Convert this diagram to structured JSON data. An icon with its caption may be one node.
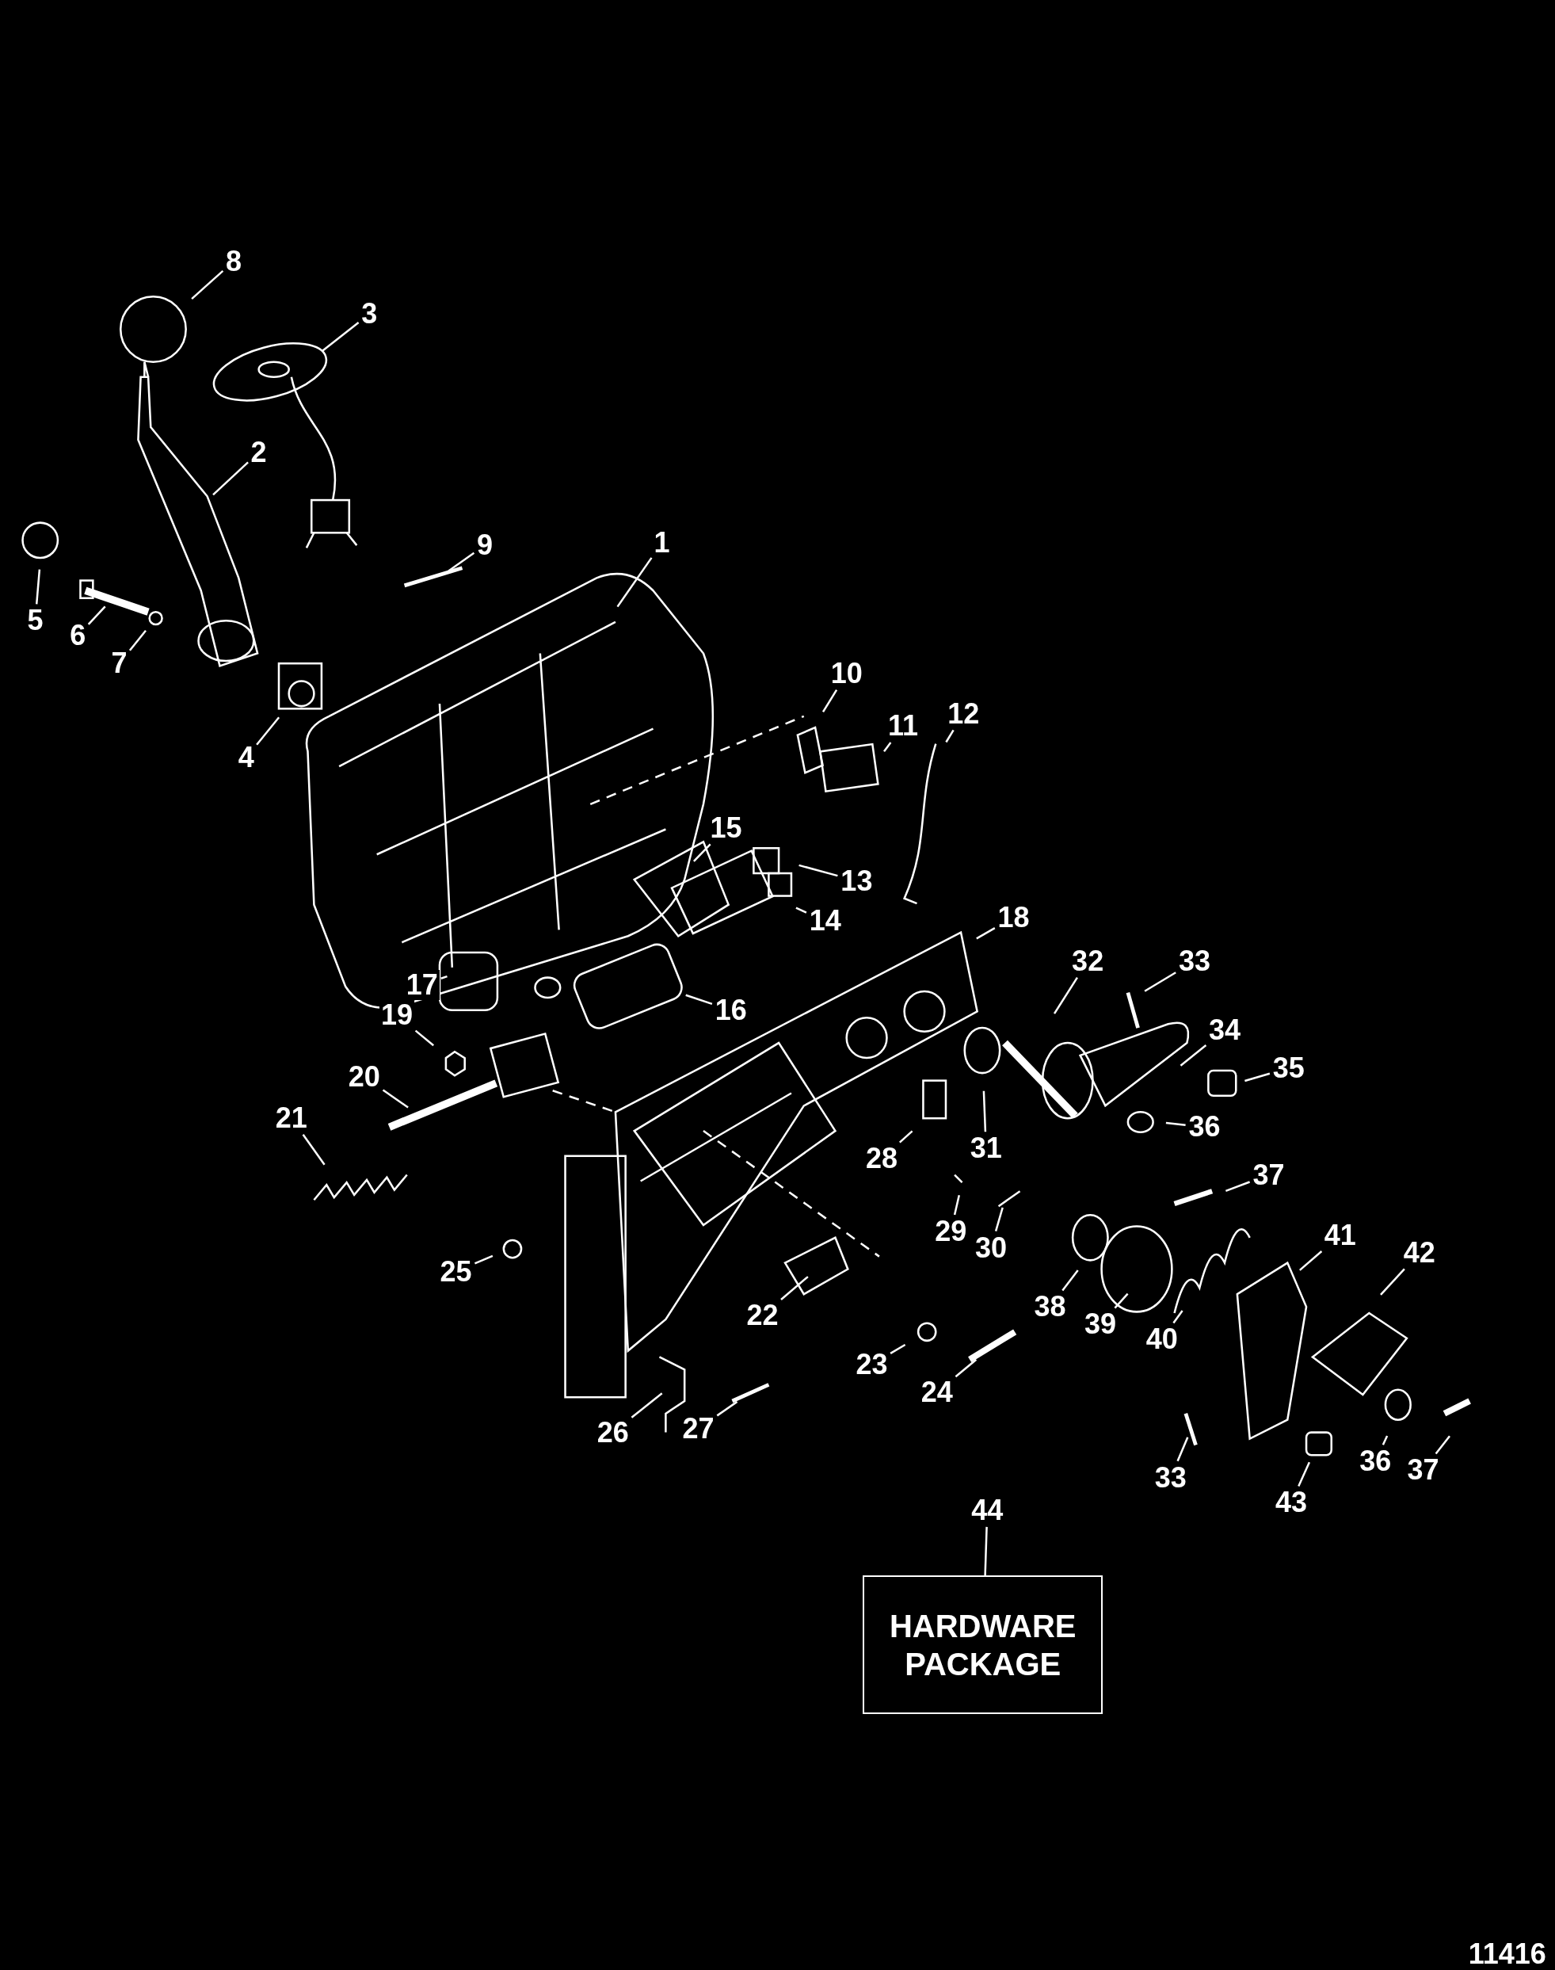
{
  "diagram": {
    "nodes": [
      {
        "text": [
          "1"
        ]
      },
      {
        "text": [
          "2"
        ]
      },
      {
        "text": [
          "3"
        ]
      },
      {
        "text": [
          "4"
        ]
      },
      {
        "text": [
          "5"
        ]
      },
      {
        "text": [
          "6"
        ]
      },
      {
        "text": [
          "7"
        ]
      },
      {
        "text": [
          "8"
        ]
      },
      {
        "text": [
          "9"
        ]
      },
      {
        "text": [
          "10"
        ]
      },
      {
        "text": [
          "11"
        ]
      },
      {
        "text": [
          "12"
        ]
      },
      {
        "text": [
          "13"
        ]
      },
      {
        "text": [
          "14"
        ]
      },
      {
        "text": [
          "15"
        ]
      },
      {
        "text": [
          "16"
        ]
      },
      {
        "text": [
          "17"
        ]
      },
      {
        "text": [
          "18"
        ]
      },
      {
        "text": [
          "19"
        ]
      },
      {
        "text": [
          "20"
        ]
      },
      {
        "text": [
          "21"
        ]
      },
      {
        "text": [
          "22"
        ]
      },
      {
        "text": [
          "23"
        ]
      },
      {
        "text": [
          "24"
        ]
      },
      {
        "text": [
          "25"
        ]
      },
      {
        "text": [
          "26"
        ]
      },
      {
        "text": [
          "27"
        ]
      },
      {
        "text": [
          "28"
        ]
      },
      {
        "text": [
          "29"
        ]
      },
      {
        "text": [
          "30"
        ]
      },
      {
        "text": [
          "31"
        ]
      },
      {
        "text": [
          "32"
        ]
      },
      {
        "text": [
          "33"
        ]
      },
      {
        "text": [
          "34"
        ]
      },
      {
        "text": [
          "35"
        ]
      },
      {
        "text": [
          "36"
        ]
      },
      {
        "text": [
          "37"
        ]
      },
      {
        "text": [
          "38"
        ]
      },
      {
        "text": [
          "39"
        ]
      },
      {
        "text": [
          "40"
        ]
      },
      {
        "text": [
          "41"
        ]
      },
      {
        "text": [
          "42"
        ]
      },
      {
        "text": [
          "43"
        ]
      },
      {
        "text": [
          "44"
        ]
      },
      {
        "text": [
          "HARDWARE PACKAGE"
        ]
      },
      {
        "text": [
          "33"
        ]
      },
      {
        "text": [
          "36"
        ]
      },
      {
        "text": [
          "37"
        ]
      }
    ],
    "edges": [
      {
        "from": 0,
        "to": null,
        "arrow": "none"
      },
      {
        "from": 1,
        "to": null,
        "arrow": "none"
      },
      {
        "from": 2,
        "to": null,
        "arrow": "none"
      },
      {
        "from": 3,
        "to": null,
        "arrow": "none"
      },
      {
        "from": 4,
        "to": null,
        "arrow": "none"
      },
      {
        "from": 5,
        "to": null,
        "arrow": "none"
      },
      {
        "from": 6,
        "to": null,
        "arrow": "none"
      },
      {
        "from": 7,
        "to": null,
        "arrow": "none"
      },
      {
        "from": 8,
        "to": null,
        "arrow": "none"
      },
      {
        "from": 9,
        "to": null,
        "arrow": "none"
      },
      {
        "from": 10,
        "to": null,
        "arrow": "none"
      },
      {
        "from": 11,
        "to": null,
        "arrow": "none"
      },
      {
        "from": 12,
        "to": null,
        "arrow": "none"
      },
      {
        "from": 13,
        "to": null,
        "arrow": "none"
      },
      {
        "from": 14,
        "to": null,
        "arrow": "none"
      },
      {
        "from": 15,
        "to": null,
        "arrow": "none"
      },
      {
        "from": 16,
        "to": null,
        "arrow": "none"
      },
      {
        "from": 17,
        "to": null,
        "arrow": "none"
      },
      {
        "from": 18,
        "to": null,
        "arrow": "none"
      },
      {
        "from": 19,
        "to": null,
        "arrow": "none"
      },
      {
        "from": 20,
        "to": null,
        "arrow": "none"
      },
      {
        "from": 21,
        "to": null,
        "arrow": "none"
      },
      {
        "from": 22,
        "to": null,
        "arrow": "none"
      },
      {
        "from": 23,
        "to": null,
        "arrow": "none"
      },
      {
        "from": 24,
        "to": null,
        "arrow": "none"
      },
      {
        "from": 25,
        "to": null,
        "arrow": "none"
      },
      {
        "from": 26,
        "to": null,
        "arrow": "none"
      },
      {
        "from": 27,
        "to": null,
        "arrow": "none"
      },
      {
        "from": 28,
        "to": null,
        "arrow": "none"
      },
      {
        "from": 29,
        "to": null,
        "arrow": "none"
      },
      {
        "from": 30,
        "to": null,
        "arrow": "none"
      },
      {
        "from": 31,
        "to": null,
        "arrow": "none"
      },
      {
        "from": 32,
        "to": null,
        "arrow": "none"
      },
      {
        "from": 33,
        "to": null,
        "arrow": "none"
      },
      {
        "from": 34,
        "to": null,
        "arrow": "none"
      },
      {
        "from": 35,
        "to": null,
        "arrow": "none"
      },
      {
        "from": 36,
        "to": null,
        "arrow": "none"
      },
      {
        "from": 37,
        "to": null,
        "arrow": "none"
      },
      {
        "from": 38,
        "to": null,
        "arrow": "none"
      },
      {
        "from": 39,
        "to": null,
        "arrow": "none"
      },
      {
        "from": 40,
        "to": null,
        "arrow": "none"
      },
      {
        "from": 41,
        "to": null,
        "arrow": "none"
      },
      {
        "from": 42,
        "to": null,
        "arrow": "none"
      },
      {
        "from": 43,
        "to": 44,
        "arrow": "none"
      },
      {
        "from": 45,
        "to": null,
        "arrow": "none"
      },
      {
        "from": 46,
        "to": null,
        "arrow": "none"
      },
      {
        "from": 47,
        "to": null,
        "arrow": "none"
      }
    ],
    "labels": [
      "11416"
    ]
  }
}
